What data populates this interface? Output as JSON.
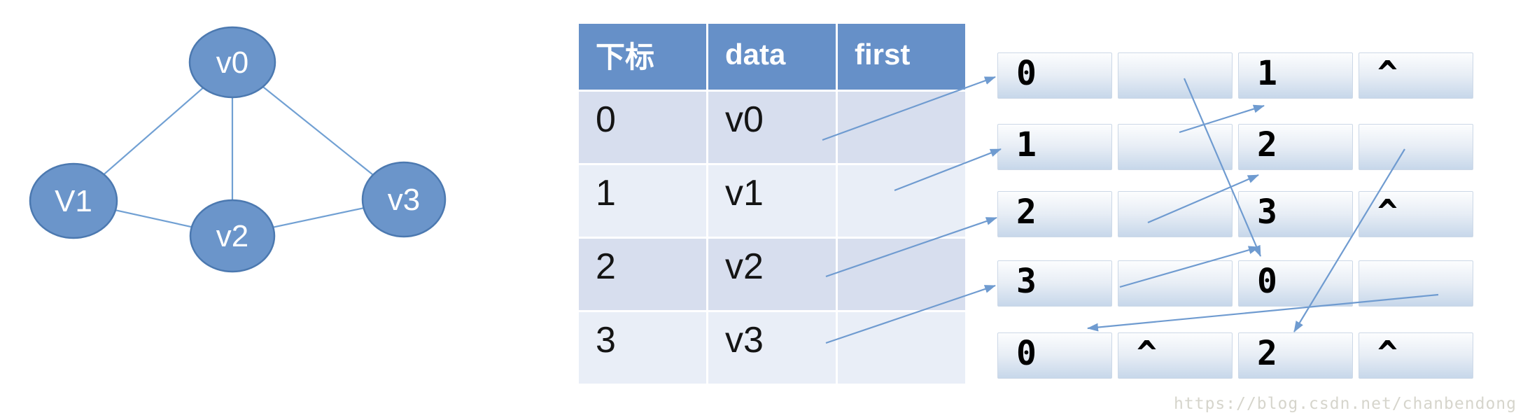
{
  "graph": {
    "nodes": [
      {
        "label": "v0"
      },
      {
        "label": "V1"
      },
      {
        "label": "v2"
      },
      {
        "label": "v3"
      }
    ],
    "edges": [
      "v0-V1",
      "v0-v2",
      "v0-v3",
      "V1-v2",
      "v2-v3"
    ]
  },
  "table": {
    "headers": [
      "下标",
      "data",
      "first"
    ],
    "rows": [
      {
        "index": "0",
        "data": "v0",
        "first": ""
      },
      {
        "index": "1",
        "data": "v1",
        "first": ""
      },
      {
        "index": "2",
        "data": "v2",
        "first": ""
      },
      {
        "index": "3",
        "data": "v3",
        "first": ""
      }
    ]
  },
  "edge_list_rows": [
    {
      "cells": [
        "0",
        "",
        "1",
        "^"
      ]
    },
    {
      "cells": [
        "1",
        "",
        "2",
        ""
      ]
    },
    {
      "cells": [
        "2",
        "",
        "3",
        "^"
      ]
    },
    {
      "cells": [
        "3",
        "",
        "0",
        ""
      ]
    },
    {
      "cells": [
        "0",
        "^",
        "2",
        "^"
      ]
    }
  ],
  "watermark": "https://blog.csdn.net/chanbendong",
  "colors": {
    "node_fill": "#6b95ca",
    "node_border": "#4c79b0",
    "arrow_blue": "#6f9bd0",
    "table_header_bg": "#6690c8",
    "table_header_text": "#ffffff",
    "table_row_dark": "#d7deee",
    "table_row_light": "#e9eef7",
    "cell_gradient_bottom": "#c7d7ea"
  }
}
